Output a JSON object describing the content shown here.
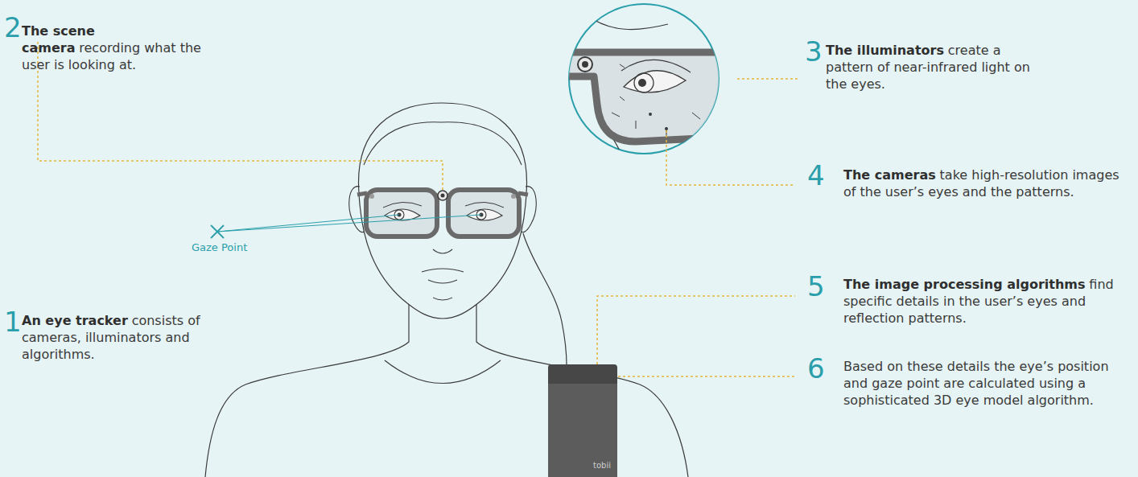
{
  "diagram": {
    "nodes": [
      {
        "text": [
          "tobii"
        ]
      }
    ],
    "labels": [
      "2",
      "The scene camera",
      "recording what the user is looking at.",
      "Gaze Point",
      "1",
      "An eye tracker",
      "consists of cameras, illuminators and algorithms.",
      "3",
      "The illuminators",
      "create a pattern of near-infrared light on the eyes.",
      "4",
      "The cameras",
      "take high-resolution images of the user’s eyes and the patterns.",
      "5",
      "The image processing algorithms",
      "find specific details in the user’s eyes and reflection patterns.",
      "6",
      "Based on these details the eye’s position and gaze point are calculated using a sophisticated 3D eye model algorithm."
    ]
  }
}
